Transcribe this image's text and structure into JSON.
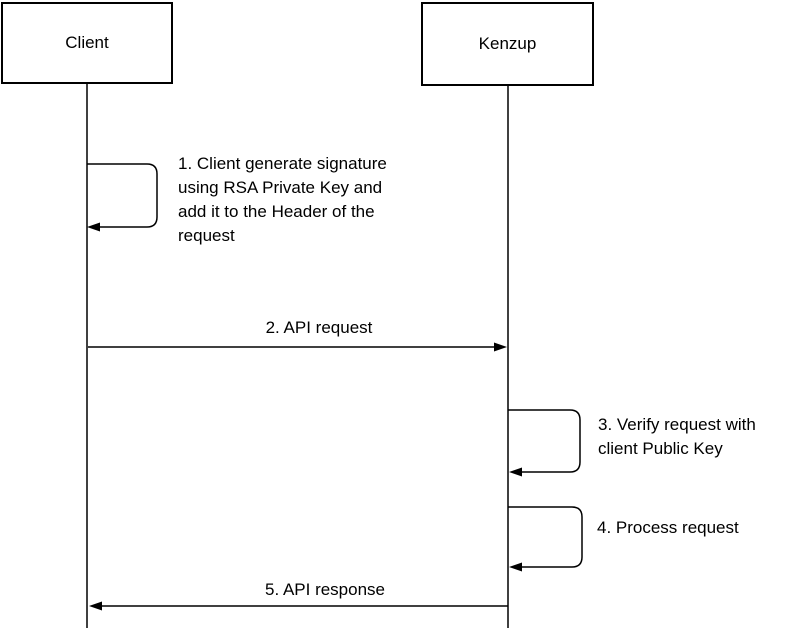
{
  "diagram": {
    "type": "sequence",
    "actors": [
      {
        "id": "client",
        "label": "Client"
      },
      {
        "id": "kenzup",
        "label": "Kenzup"
      }
    ],
    "messages": [
      {
        "num": 1,
        "kind": "self-message",
        "actor": "client",
        "label": "1. Client generate signature\nusing RSA Private Key and\nadd it to the Header of the\nrequest"
      },
      {
        "num": 2,
        "kind": "arrow",
        "from": "client",
        "to": "kenzup",
        "label": "2. API request"
      },
      {
        "num": 3,
        "kind": "self-message",
        "actor": "kenzup",
        "label": "3. Verify request with\nclient Public Key"
      },
      {
        "num": 4,
        "kind": "self-message",
        "actor": "kenzup",
        "label": "4. Process request"
      },
      {
        "num": 5,
        "kind": "arrow",
        "from": "kenzup",
        "to": "client",
        "label": "5. API response"
      }
    ],
    "colors": {
      "stroke": "#000000",
      "background": "#ffffff",
      "text": "#000000"
    }
  }
}
